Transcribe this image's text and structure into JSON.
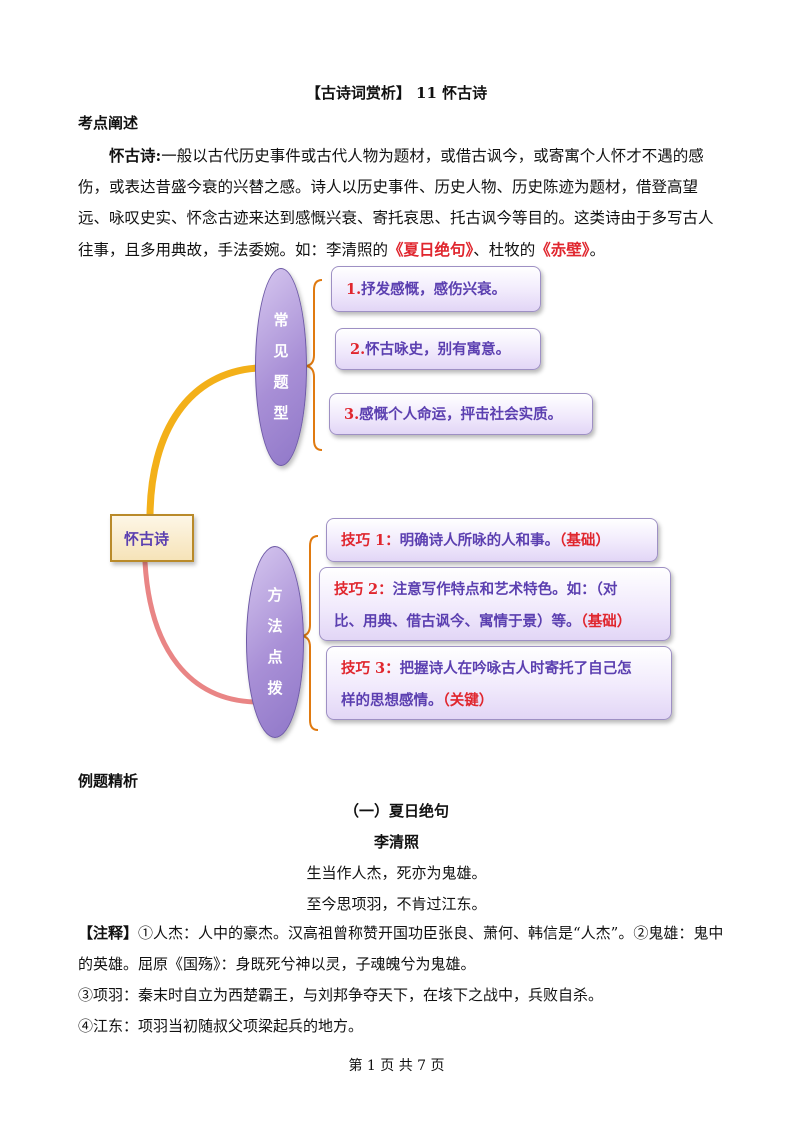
{
  "doc": {
    "title": "【古诗词赏析】 11  怀古诗",
    "section1": "考点阐述",
    "intro": {
      "lead": "怀古诗:",
      "text": "一般以古代历史事件或古代人物为题材，或借古讽今，或寄寓个人怀才不遇的感伤，或表达昔盛今衰的兴替之感。诗人以历史事件、历史人物、历史陈迹为题材，借登高望远、咏叹史实、怀念古迹来达到感慨兴衰、寄托哀思、托古讽今等目的。这类诗由于多写古人往事，且多用典故，手法委婉。如：李清照的",
      "work1": "《夏日绝句》",
      "mid": "、杜牧的",
      "work2": "《赤壁》",
      "end": "。"
    },
    "mindmap": {
      "root": "怀古诗",
      "branch1": {
        "label": [
          "常",
          "见",
          "题",
          "型"
        ]
      },
      "branch1_items": [
        {
          "num": "1.",
          "text": "抒发感慨，感伤兴衰。"
        },
        {
          "num": "2.",
          "text": "怀古咏史，别有寓意。"
        },
        {
          "num": "3.",
          "text": "感慨个人命运，抨击社会实质。"
        }
      ],
      "branch2": {
        "label": [
          "方",
          "法",
          "点",
          "拨"
        ]
      },
      "branch2_items": [
        {
          "num": "技巧 1：",
          "text": "明确诗人所咏的人和事。",
          "tag": "（基础）"
        },
        {
          "num": "技巧 2：",
          "text1": "注意写作特点和艺术特色。如：（对",
          "text2": "比、用典、借古讽今、寓情于景）等。",
          "tag": "（基础）"
        },
        {
          "num": "技巧 3：",
          "text1": "把握诗人在吟咏古人时寄托了自己怎",
          "text2": "样的思想感情。",
          "tag": "（关键）"
        }
      ]
    },
    "section2": "例题精析",
    "poem": {
      "title": "（一）夏日绝句",
      "author": "李清照",
      "line1": "生当作人杰，死亦为鬼雄。",
      "line2": "至今思项羽，不肯过江东。"
    },
    "notes": {
      "label": "【注释】",
      "line1": "①人杰：人中的豪杰。汉高祖曾称赞开国功臣张良、萧何、韩信是“人杰”。②鬼雄：鬼中的英雄。屈原《国殇》：身既死兮神以灵，子魂魄兮为鬼雄。",
      "line2": "③项羽：秦末时自立为西楚霸王，与刘邦争夺天下，在垓下之战中，兵败自杀。",
      "line3": "④江东：项羽当初随叔父项梁起兵的地方。"
    },
    "footer": "第  1  页  共  7  页"
  },
  "colors": {
    "accent_red": "#e0262e",
    "purple_text": "#5b3fb0",
    "oval_fill": "#a88fd6",
    "curve_orange": "#f3b019",
    "curve_pink": "#e98585",
    "bracket_orange": "#e07a10"
  }
}
